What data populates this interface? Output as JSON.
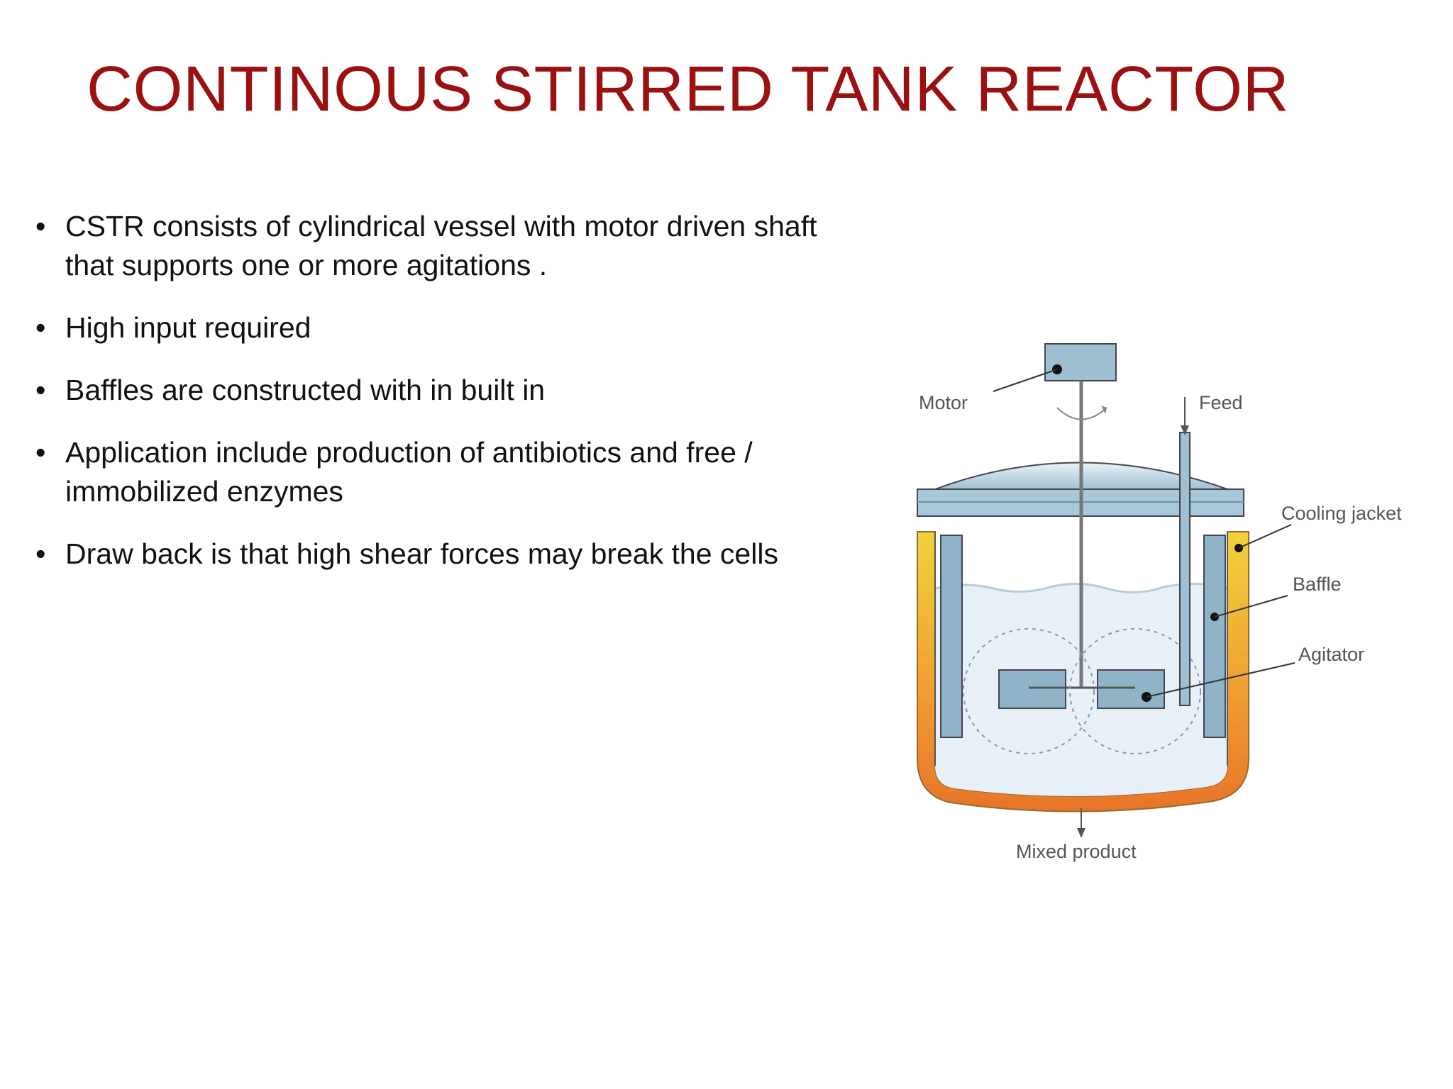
{
  "slide": {
    "title": "CONTINOUS STIRRED TANK REACTOR",
    "title_color": "#9b1111",
    "bullet_symbol": "•",
    "bullets": [
      "CSTR  consists of cylindrical vessel with motor driven shaft that supports one or more agitations .",
      "High input required",
      "Baffles are constructed  with in built in",
      "Application include production of antibiotics and free / immobilized enzymes",
      "Draw back is that high shear forces may break the cells"
    ]
  },
  "diagram": {
    "labels": {
      "motor": "Motor",
      "feed": "Feed",
      "cooling_jacket": "Cooling jacket",
      "baffle": "Baffle",
      "agitator": "Agitator",
      "mixed_product": "Mixed product"
    },
    "colors": {
      "vessel_fill": "#e7eff7",
      "component": "#8fb4c7",
      "jacket_inner": "#f0d23a",
      "jacket_outer": "#e8742a",
      "outline": "#333333"
    }
  }
}
